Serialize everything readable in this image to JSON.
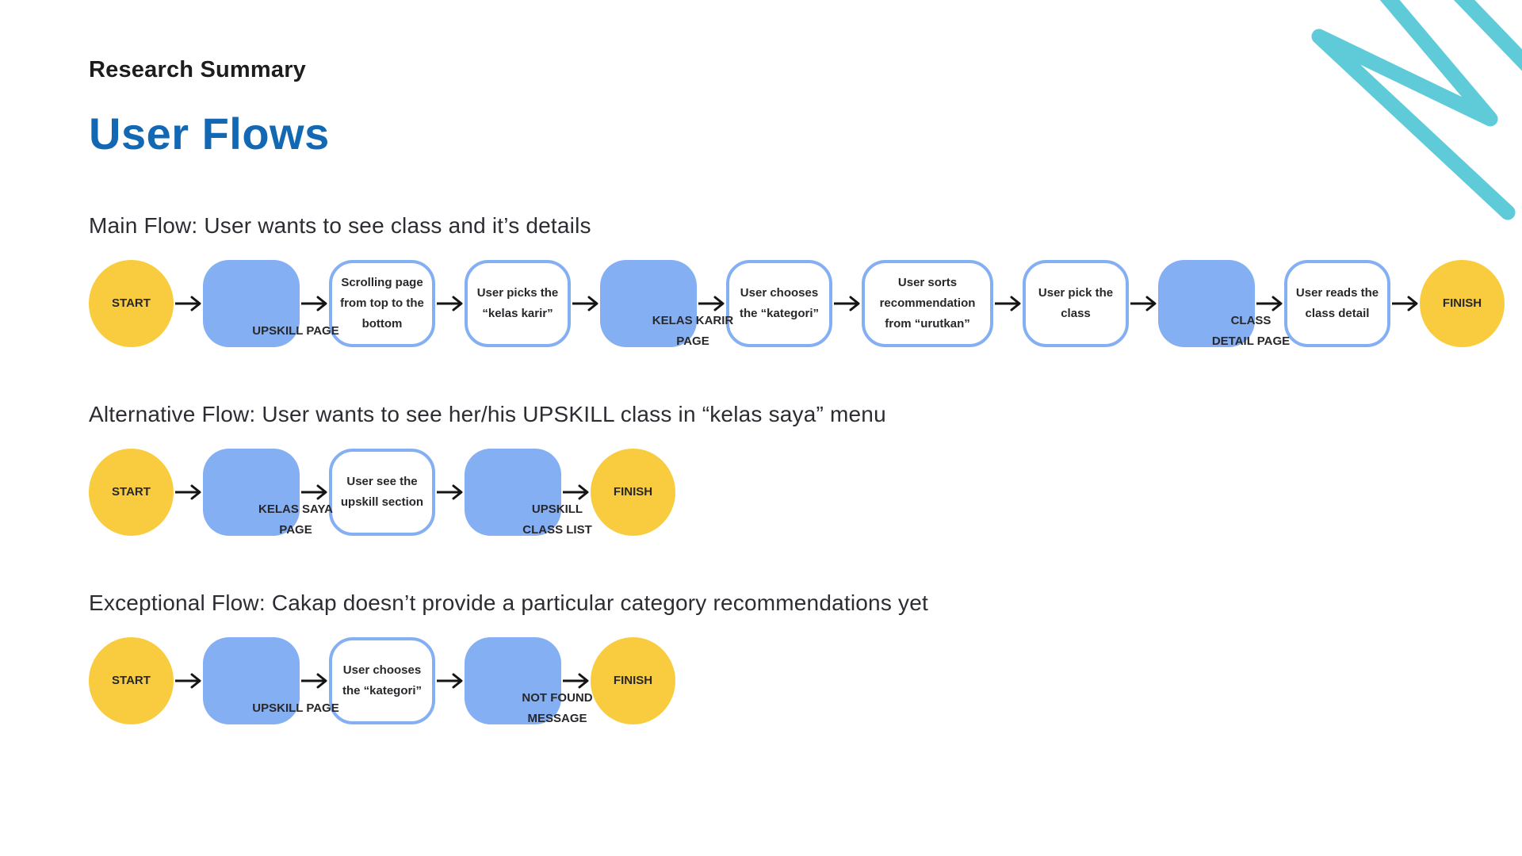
{
  "header": {
    "eyebrow": "Research Summary",
    "title": "User Flows"
  },
  "theme": {
    "title_blue": "#1268B3",
    "node_blue": "#85AFF3",
    "node_yellow": "#F9CC3F",
    "scribble_teal": "#5FCBD9",
    "arrow_black": "#141414",
    "text_dark": "#28282C"
  },
  "flows": [
    {
      "id": "main-flow",
      "heading": "Main Flow: User wants to see class and it’s details",
      "nodes": [
        {
          "kind": "terminal",
          "lines": [
            "START"
          ]
        },
        {
          "kind": "page",
          "lines": [
            "UPSKILL PAGE"
          ]
        },
        {
          "kind": "step",
          "lines": [
            "Scrolling page",
            "from top to the",
            "bottom"
          ]
        },
        {
          "kind": "step",
          "lines": [
            "User picks the",
            "“kelas karir”"
          ]
        },
        {
          "kind": "page",
          "lines": [
            "KELAS KARIR",
            "PAGE"
          ]
        },
        {
          "kind": "step",
          "lines": [
            "User chooses",
            "the “kategori”"
          ]
        },
        {
          "kind": "step",
          "wide": true,
          "lines": [
            "User sorts",
            "recommendation",
            "from “urutkan”"
          ]
        },
        {
          "kind": "step",
          "lines": [
            "User pick the",
            "class"
          ]
        },
        {
          "kind": "page",
          "lines": [
            "CLASS",
            "DETAIL PAGE"
          ]
        },
        {
          "kind": "step",
          "lines": [
            "User reads the",
            "class detail"
          ]
        },
        {
          "kind": "terminal",
          "lines": [
            "FINISH"
          ]
        }
      ]
    },
    {
      "id": "alternative-flow",
      "heading": "Alternative Flow: User wants to see her/his UPSKILL class in “kelas saya” menu",
      "nodes": [
        {
          "kind": "terminal",
          "lines": [
            "START"
          ]
        },
        {
          "kind": "page",
          "lines": [
            "KELAS SAYA",
            "PAGE"
          ]
        },
        {
          "kind": "step",
          "lines": [
            "User see the",
            "upskill section"
          ]
        },
        {
          "kind": "page",
          "lines": [
            "UPSKILL",
            "CLASS LIST"
          ]
        },
        {
          "kind": "terminal",
          "lines": [
            "FINISH"
          ]
        }
      ]
    },
    {
      "id": "exceptional-flow",
      "heading": "Exceptional Flow: Cakap doesn’t provide a particular category recommendations yet",
      "nodes": [
        {
          "kind": "terminal",
          "lines": [
            "START"
          ]
        },
        {
          "kind": "page",
          "lines": [
            "UPSKILL PAGE"
          ]
        },
        {
          "kind": "step",
          "lines": [
            "User chooses",
            "the “kategori”"
          ]
        },
        {
          "kind": "page",
          "lines": [
            "NOT FOUND",
            "MESSAGE"
          ]
        },
        {
          "kind": "terminal",
          "lines": [
            "FINISH"
          ]
        }
      ]
    }
  ]
}
